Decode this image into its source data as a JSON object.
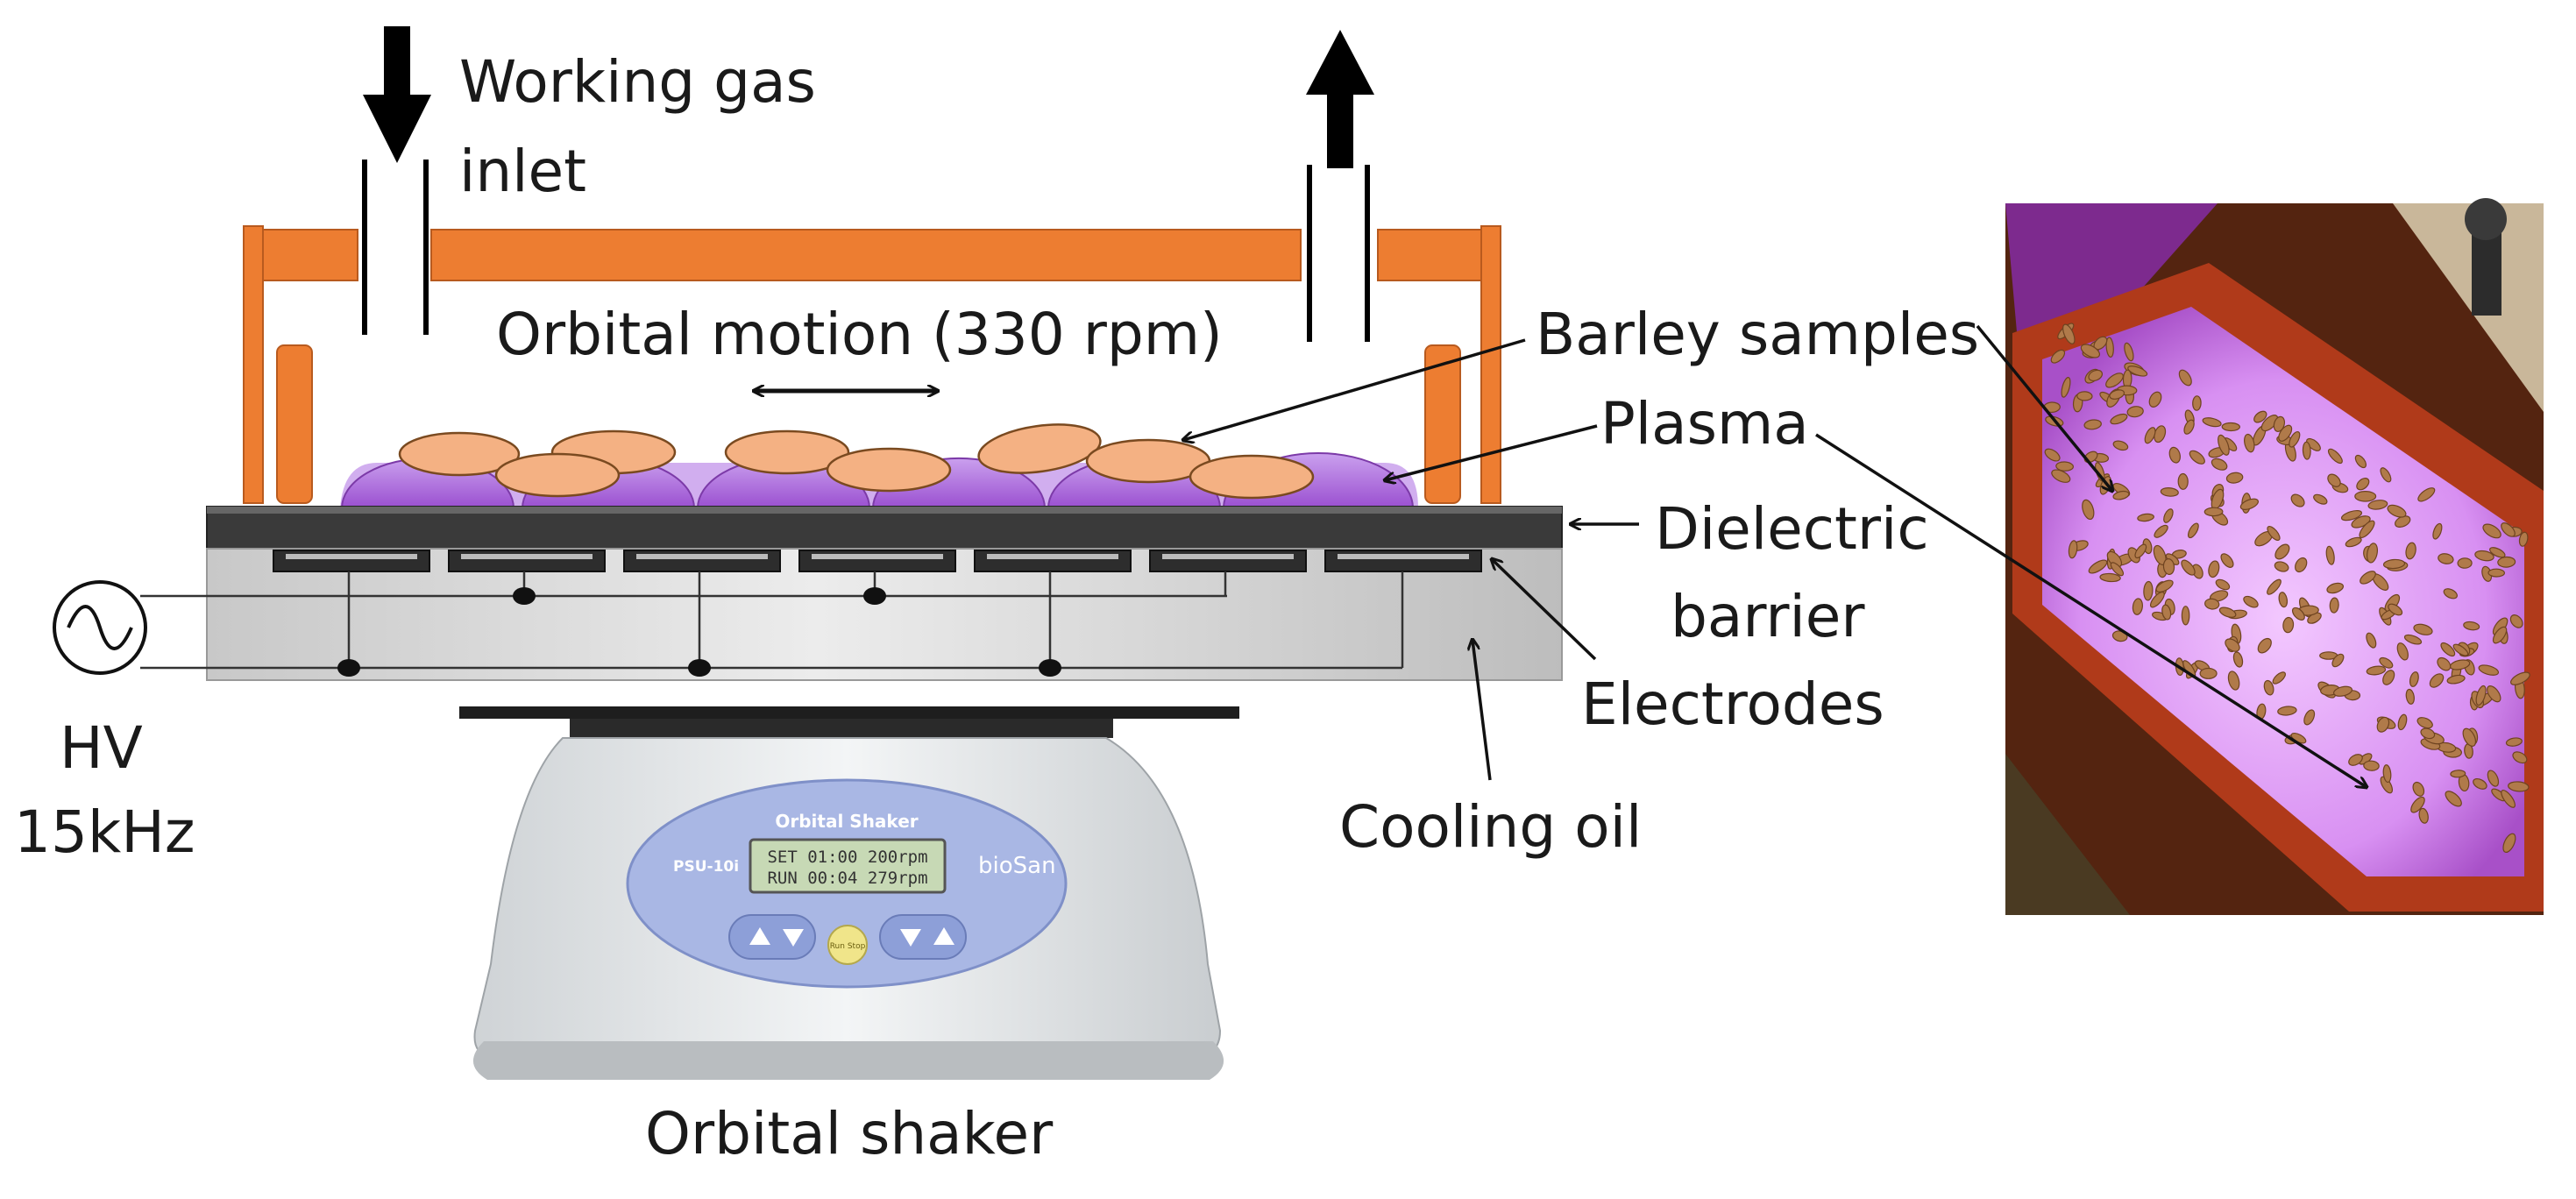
{
  "labels": {
    "gas_inlet_line1": "Working gas",
    "gas_inlet_line2": "inlet",
    "orbital_motion": "Orbital motion (330 rpm)",
    "barley_samples": "Barley samples",
    "plasma": "Plasma",
    "dielectric_line1": "Dielectric",
    "dielectric_line2": "barrier",
    "electrodes": "Electrodes",
    "cooling_oil": "Cooling oil",
    "hv_line1": "HV",
    "hv_line2": "15kHz",
    "orbital_shaker": "Orbital shaker"
  },
  "shaker_device": {
    "brand_title": "Orbital Shaker",
    "model": "PSU-10i",
    "brand": "bioSan",
    "display_line1": "SET 01:00  200rpm",
    "display_line2": "RUN 00:04  279rpm",
    "center_button": "Run Stop"
  },
  "colors": {
    "lid": "#ed7d31",
    "seed": "#f4b183",
    "plasma": "#b56fe0",
    "dielectric": "#3a3a3a",
    "housing": "#d9d9d9",
    "photo_glow": "#d890f2",
    "photo_tray": "#b03a1a"
  },
  "icons": {
    "ac_source": "ac-source-icon",
    "inlet_arrow": "arrow-down-icon",
    "outlet_arrow": "arrow-up-icon",
    "motion_arrow": "double-arrow-icon"
  }
}
